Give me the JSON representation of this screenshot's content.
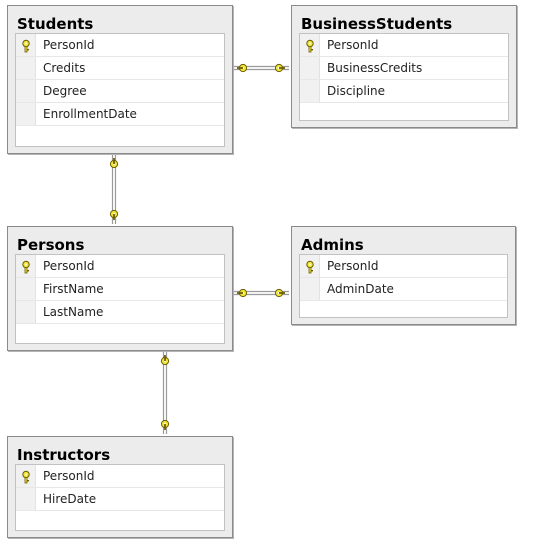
{
  "diagram": {
    "tables": [
      {
        "id": "students",
        "name": "Students",
        "columns": [
          {
            "name": "PersonId",
            "primary_key": true
          },
          {
            "name": "Credits",
            "primary_key": false
          },
          {
            "name": "Degree",
            "primary_key": false
          },
          {
            "name": "EnrollmentDate",
            "primary_key": false
          }
        ]
      },
      {
        "id": "business-students",
        "name": "BusinessStudents",
        "columns": [
          {
            "name": "PersonId",
            "primary_key": true
          },
          {
            "name": "BusinessCredits",
            "primary_key": false
          },
          {
            "name": "Discipline",
            "primary_key": false
          }
        ]
      },
      {
        "id": "persons",
        "name": "Persons",
        "columns": [
          {
            "name": "PersonId",
            "primary_key": true
          },
          {
            "name": "FirstName",
            "primary_key": false
          },
          {
            "name": "LastName",
            "primary_key": false
          }
        ]
      },
      {
        "id": "admins",
        "name": "Admins",
        "columns": [
          {
            "name": "PersonId",
            "primary_key": true
          },
          {
            "name": "AdminDate",
            "primary_key": false
          }
        ]
      },
      {
        "id": "instructors",
        "name": "Instructors",
        "columns": [
          {
            "name": "PersonId",
            "primary_key": true
          },
          {
            "name": "HireDate",
            "primary_key": false
          }
        ]
      }
    ],
    "relationships": [
      {
        "from": "students",
        "to": "business-students"
      },
      {
        "from": "students",
        "to": "persons"
      },
      {
        "from": "persons",
        "to": "admins"
      },
      {
        "from": "persons",
        "to": "instructors"
      }
    ],
    "colors": {
      "key_fill": "#f1e43a",
      "key_stroke": "#6b5e00",
      "connector": "#9a9a9a"
    }
  }
}
